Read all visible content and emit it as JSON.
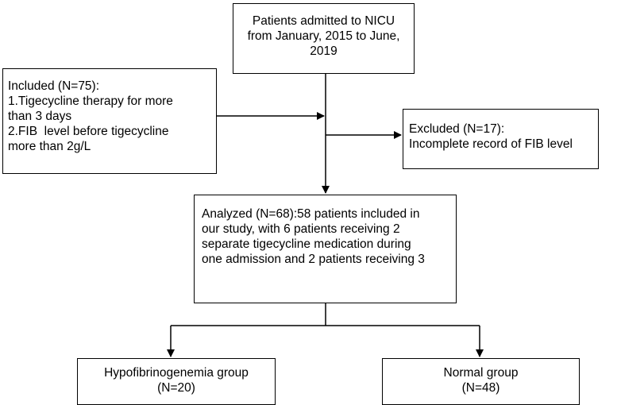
{
  "flowchart": {
    "admitted": {
      "lines": [
        "Patients admitted to NICU",
        "from January, 2015 to June,",
        "2019"
      ]
    },
    "included": {
      "lines": [
        "Included (N=75):",
        "1.Tigecycline therapy for more",
        "than 3 days",
        "2.FIB  level before tigecycline",
        "more than 2g/L"
      ]
    },
    "excluded": {
      "lines": [
        "Excluded (N=17):",
        "Incomplete record of FIB level"
      ]
    },
    "analyzed": {
      "lines": [
        "Analyzed (N=68):58 patients included in",
        "our study, with 6 patients receiving 2",
        "separate tigecycline medication during",
        "one admission and 2 patients receiving 3"
      ]
    },
    "hypofibrinogenemia": {
      "lines": [
        "Hypofibrinogenemia group",
        "(N=20)"
      ]
    },
    "normal": {
      "lines": [
        "Normal group",
        "(N=48)"
      ]
    }
  }
}
